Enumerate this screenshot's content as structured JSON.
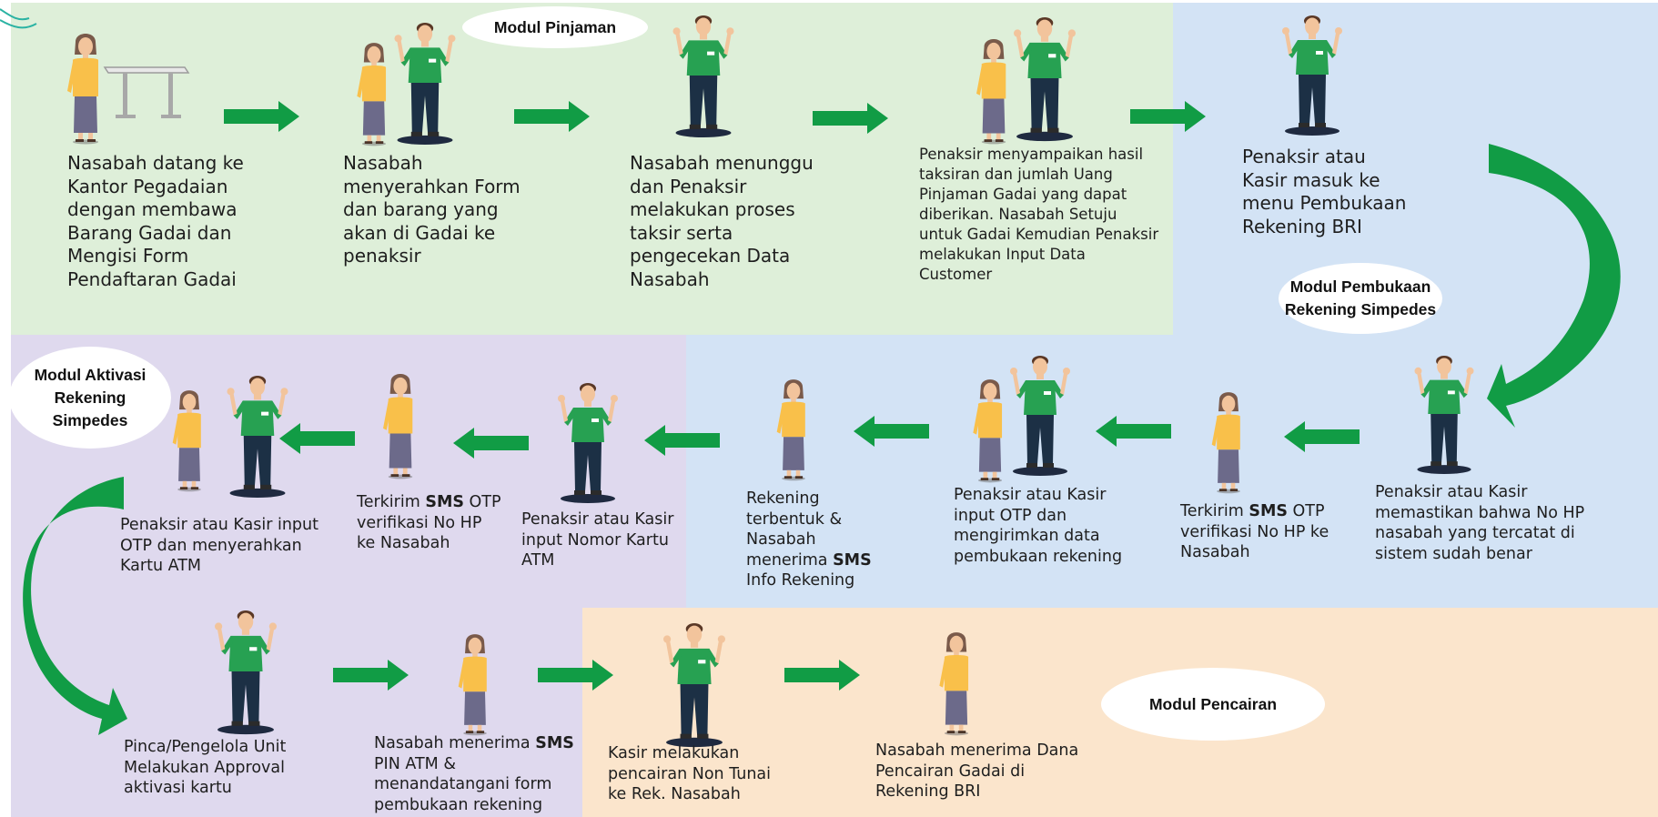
{
  "modules": {
    "pinjaman": "Modul Pinjaman",
    "pembukaan": "Modul Pembukaan Rekening Simpedes",
    "aktivasi": "Modul Aktivasi Rekening Simpedes",
    "pencairan": "Modul Pencairan"
  },
  "steps": {
    "s1": "Nasabah datang ke Kantor Pegadaian dengan membawa Barang Gadai dan Mengisi Form Pendaftaran Gadai",
    "s2": "Nasabah menyerahkan Form dan barang yang akan di Gadai ke penaksir",
    "s3": "Nasabah menunggu dan Penaksir melakukan proses taksir serta pengecekan Data Nasabah",
    "s4": "Penaksir menyampaikan hasil taksiran dan jumlah Uang Pinjaman Gadai yang dapat diberikan. Nasabah Setuju untuk Gadai Kemudian Penaksir melakukan Input Data Customer",
    "s5": "Penaksir atau Kasir masuk ke menu Pembukaan Rekening BRI",
    "s6": "Penaksir atau Kasir memastikan bahwa No HP nasabah yang tercatat di sistem sudah benar",
    "s7": {
      "pre": "Terkirim ",
      "bold": "SMS",
      "post": " OTP verifikasi No HP ke Nasabah"
    },
    "s8": "Penaksir atau Kasir input OTP dan mengirimkan data pembukaan rekening",
    "s9": {
      "pre": "Rekening terbentuk & Nasabah menerima ",
      "bold": "SMS",
      "post": " Info Rekening"
    },
    "s10": "Penaksir atau Kasir input Nomor Kartu ATM",
    "s11": {
      "pre": "Terkirim ",
      "bold": "SMS",
      "post": " OTP verifikasi No HP ke Nasabah"
    },
    "s12": "Penaksir atau Kasir input OTP dan menyerahkan Kartu ATM",
    "s13": "Pinca/Pengelola Unit Melakukan Approval aktivasi kartu",
    "s14": {
      "pre": "Nasabah menerima ",
      "bold": "SMS",
      "post": " PIN ATM & menandatangani form pembukaan rekening"
    },
    "s15": "Kasir melakukan pencairan Non Tunai ke Rek. Nasabah",
    "s16": "Nasabah menerima Dana Pencairan Gadai di Rekening BRI"
  },
  "colors": {
    "zone_green": "#deefd9",
    "zone_blue": "#d3e3f5",
    "zone_purple": "#dfd9ee",
    "zone_peach": "#fbe5cc",
    "arrow": "#119c45",
    "shirt": "#27a152",
    "skin": "#f2c49c",
    "woman_shirt": "#f9c04a"
  },
  "icons": {
    "woman": "customer-woman-icon",
    "man": "staff-man-icon",
    "desk": "desk-icon",
    "arrow": "right-arrow-icon"
  }
}
